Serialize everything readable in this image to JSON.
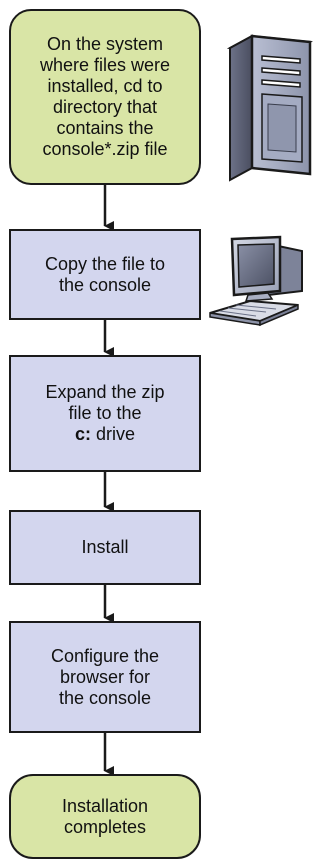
{
  "diagram": {
    "type": "flowchart",
    "colors": {
      "terminal_fill": "#d9e5a6",
      "process_fill": "#d3d6ee",
      "stroke": "#1a1a1a"
    },
    "steps": [
      {
        "id": "start",
        "shape": "rounded",
        "lines": [
          "On the system",
          "where files were",
          "installed, cd to",
          "directory that",
          "contains the",
          "console*.zip file"
        ],
        "illustration": "server-tower-icon"
      },
      {
        "id": "copy",
        "shape": "rectangle",
        "lines": [
          "Copy the file to",
          "the console"
        ],
        "illustration": "desktop-computer-icon"
      },
      {
        "id": "expand",
        "shape": "rectangle",
        "lines": [
          "Expand the zip",
          "file to the"
        ],
        "bold_part": "c:",
        "last_line_rest": " drive"
      },
      {
        "id": "install",
        "shape": "rectangle",
        "lines": [
          "Install"
        ]
      },
      {
        "id": "configure",
        "shape": "rectangle",
        "lines": [
          "Configure the",
          "browser for",
          "the console"
        ]
      },
      {
        "id": "end",
        "shape": "rounded",
        "lines": [
          "Installation",
          "completes"
        ]
      }
    ],
    "edges": [
      {
        "from": "start",
        "to": "copy"
      },
      {
        "from": "copy",
        "to": "expand"
      },
      {
        "from": "expand",
        "to": "install"
      },
      {
        "from": "install",
        "to": "configure"
      },
      {
        "from": "configure",
        "to": "end"
      }
    ]
  }
}
